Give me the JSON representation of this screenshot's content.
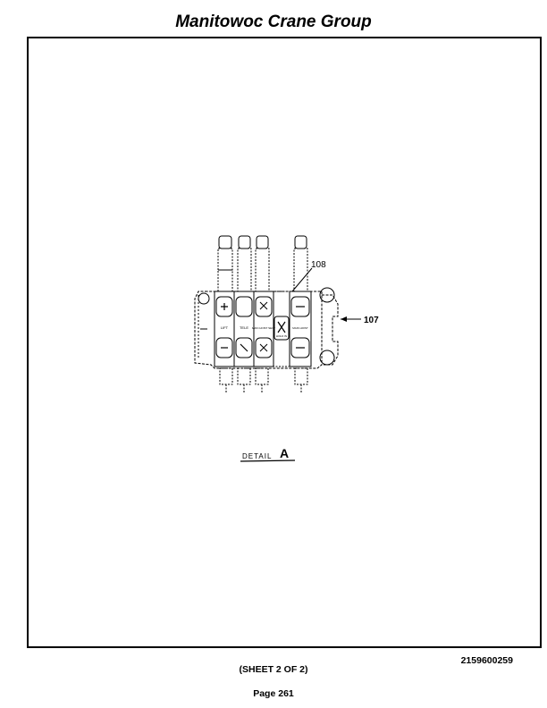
{
  "header": {
    "title": "Manitowoc Crane Group"
  },
  "drawing": {
    "callouts": {
      "c108": "108",
      "c107": "107"
    },
    "detail": {
      "word": "DETAIL",
      "letter": "A"
    },
    "sections": {
      "lift": "LIFT",
      "tele": "TELE",
      "main_hoist_1": "MAIN HOIST SECT",
      "hold_in": "HOLD IN",
      "main_hoist_2": "MAIN HOIST"
    }
  },
  "footer": {
    "part_number": "2159600259",
    "sheet": "(SHEET 2 OF 2)",
    "page": "Page 261"
  }
}
